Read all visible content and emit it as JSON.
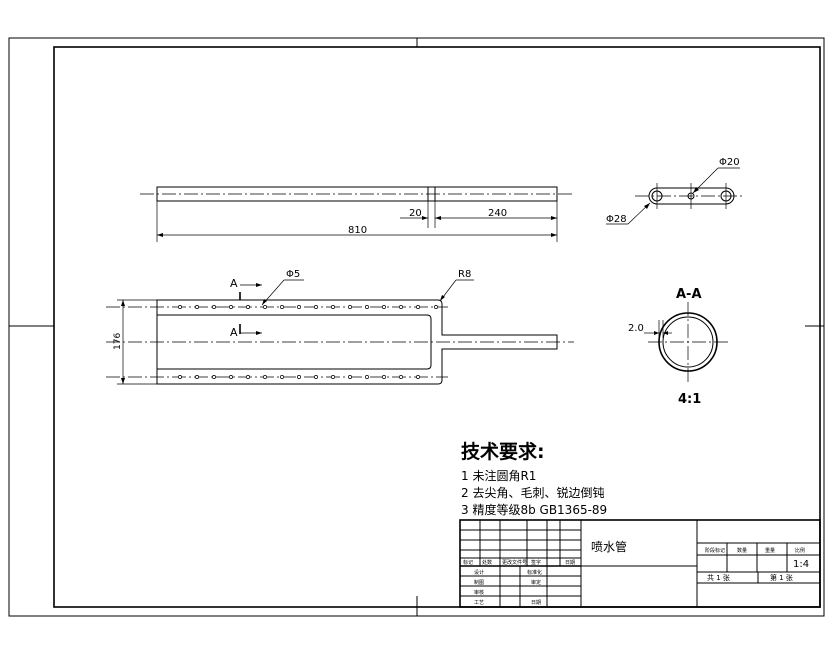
{
  "dimensions": {
    "d20_hole": "Φ20",
    "d28": "Φ28",
    "len_20": "20",
    "len_240": "240",
    "len_810": "810",
    "d5": "Φ5",
    "r8": "R8",
    "w176": "176",
    "wall_2": "2.0"
  },
  "section": {
    "marker": "A",
    "title": "A-A",
    "scale": "4:1"
  },
  "notes": {
    "title": "技术要求:",
    "items": [
      "1 未注圆角R1",
      "2 去尖角、毛刺、锐边倒钝",
      "3 精度等级8b GB1365-89"
    ]
  },
  "title_block": {
    "part_name": "喷水管",
    "rev_headers": [
      "标记",
      "处数",
      "更改文件号",
      "签字",
      "日期"
    ],
    "roles_left": [
      "设计",
      "制图",
      "审核",
      "工艺"
    ],
    "roles_right": [
      "标准化",
      "审定",
      "日期"
    ],
    "grid_headers": [
      "阶段标记",
      "数量",
      "重量",
      "比例"
    ],
    "scale": "1:4",
    "total_sheets": "共 1 张",
    "sheet_no": "第 1 张"
  }
}
